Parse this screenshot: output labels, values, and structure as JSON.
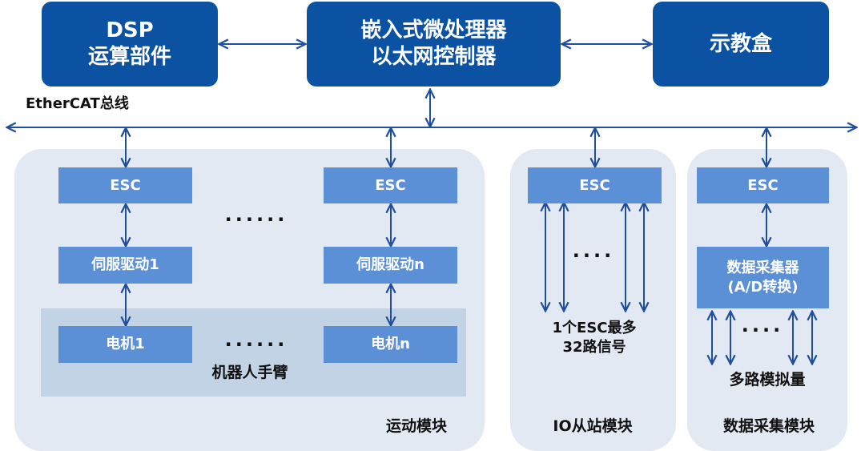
{
  "top": {
    "dsp": [
      "DSP",
      "运算部件"
    ],
    "controller": [
      "嵌入式微处理器",
      "以太网控制器"
    ],
    "pendant": "示教盒"
  },
  "bus_label": "EtherCAT总线",
  "motion": {
    "esc_label": "ESC",
    "servo1": "伺服驱动1",
    "servon": "伺服驱动n",
    "motor1": "电机1",
    "motorn": "电机n",
    "dots": "······",
    "arm_label": "机器人手臂",
    "module_label": "运动模块"
  },
  "io": {
    "esc_label": "ESC",
    "dots": "····",
    "note": [
      "1个ESC最多",
      "32路信号"
    ],
    "module_label": "IO从站模块"
  },
  "daq": {
    "esc_label": "ESC",
    "collector": [
      "数据采集器",
      "(A/D转换)"
    ],
    "dots": "····",
    "signal_label": "多路模拟量",
    "module_label": "数据采集模块"
  },
  "colors": {
    "top_box": "#0c52a3",
    "module_box": "#5b8fd6",
    "panel": "#e3e9f3",
    "arm_panel": "#c3d3e6",
    "arrows": "#1f4f9c"
  }
}
